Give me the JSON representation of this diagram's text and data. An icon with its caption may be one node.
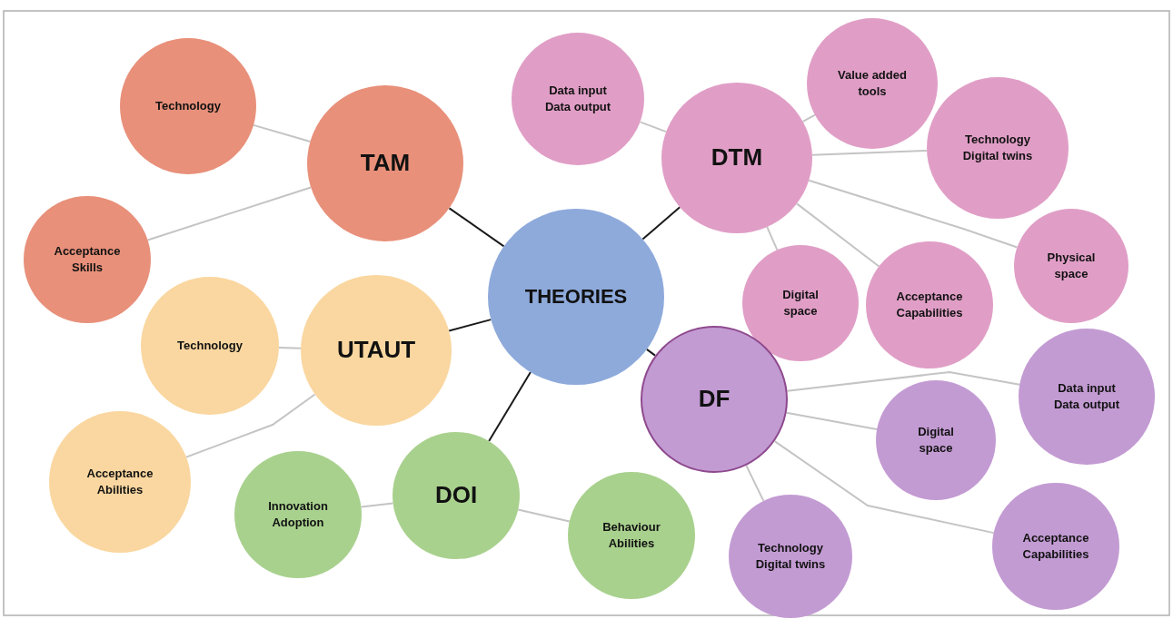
{
  "diagram": {
    "nodes": [
      {
        "text": [
          "THEORIES"
        ]
      },
      {
        "text": [
          "TAM"
        ]
      },
      {
        "text": [
          "Technology"
        ]
      },
      {
        "text": [
          "Acceptance Skills"
        ]
      },
      {
        "text": [
          "UTAUT"
        ]
      },
      {
        "text": [
          "Technology"
        ]
      },
      {
        "text": [
          "Acceptance Abilities"
        ]
      },
      {
        "text": [
          "DOI"
        ]
      },
      {
        "text": [
          "Innovation Adoption"
        ]
      },
      {
        "text": [
          "Behaviour Abilities"
        ]
      },
      {
        "text": [
          "DTM"
        ]
      },
      {
        "text": [
          "Data input Data output"
        ]
      },
      {
        "text": [
          "Value added tools"
        ]
      },
      {
        "text": [
          "Technology Digital twins"
        ]
      },
      {
        "text": [
          "Physical space"
        ]
      },
      {
        "text": [
          "Acceptance Capabilities"
        ]
      },
      {
        "text": [
          "Digital space"
        ]
      },
      {
        "text": [
          "DF"
        ]
      },
      {
        "text": [
          "Data input Data output"
        ]
      },
      {
        "text": [
          "Digital space"
        ]
      },
      {
        "text": [
          "Technology Digital twins"
        ]
      },
      {
        "text": [
          "Acceptance Capabilities"
        ]
      }
    ],
    "edges": [
      {
        "from": 0,
        "to": 1,
        "arrow": "none",
        "color": "#1a1a1a"
      },
      {
        "from": 0,
        "to": 4,
        "arrow": "none",
        "color": "#1a1a1a"
      },
      {
        "from": 0,
        "to": 7,
        "arrow": "none",
        "color": "#1a1a1a"
      },
      {
        "from": 0,
        "to": 10,
        "arrow": "none",
        "color": "#1a1a1a"
      },
      {
        "from": 0,
        "to": 17,
        "arrow": "none",
        "color": "#1a1a1a"
      },
      {
        "from": 1,
        "to": 2,
        "arrow": "none"
      },
      {
        "from": 1,
        "to": 3,
        "arrow": "none"
      },
      {
        "from": 4,
        "to": 5,
        "arrow": "none"
      },
      {
        "from": 4,
        "to": 6,
        "arrow": "none"
      },
      {
        "from": 7,
        "to": 8,
        "arrow": "none"
      },
      {
        "from": 7,
        "to": 9,
        "arrow": "none"
      },
      {
        "from": 10,
        "to": 11,
        "arrow": "none"
      },
      {
        "from": 10,
        "to": 12,
        "arrow": "none"
      },
      {
        "from": 10,
        "to": 13,
        "arrow": "none"
      },
      {
        "from": 10,
        "to": 14,
        "arrow": "none"
      },
      {
        "from": 10,
        "to": 15,
        "arrow": "none"
      },
      {
        "from": 10,
        "to": 16,
        "arrow": "none"
      },
      {
        "from": 17,
        "to": 18,
        "arrow": "none"
      },
      {
        "from": 17,
        "to": 19,
        "arrow": "none"
      },
      {
        "from": 17,
        "to": 20,
        "arrow": "none"
      },
      {
        "from": 17,
        "to": 21,
        "arrow": "none"
      }
    ]
  }
}
